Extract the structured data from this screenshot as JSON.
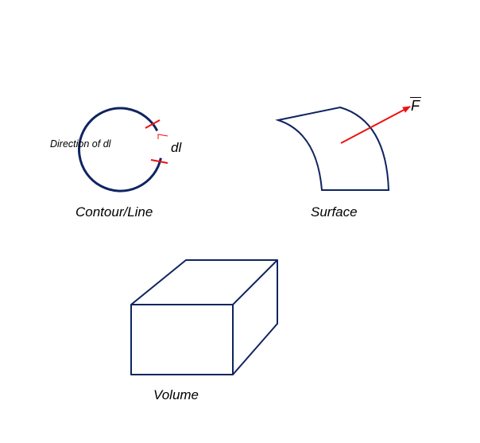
{
  "figures": {
    "contour": {
      "label": "Contour/Line",
      "direction_label": "Direction of dl",
      "element_label": "dl"
    },
    "surface": {
      "label": "Surface",
      "vector_label": "F"
    },
    "volume": {
      "label": "Volume"
    }
  },
  "colors": {
    "outline": "#0f2461",
    "accent": "#ee1111",
    "text": "#000000"
  }
}
